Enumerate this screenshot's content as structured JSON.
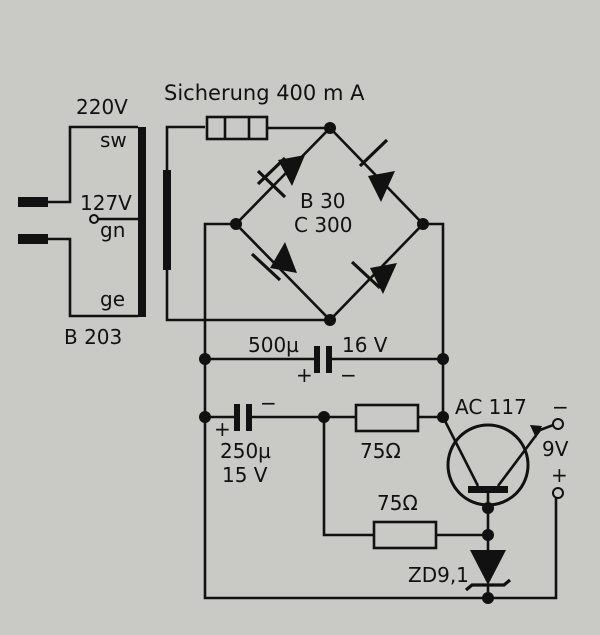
{
  "labels": {
    "fuse": "Sicherung 400 m A",
    "transformer_top_voltage": "220V",
    "tap_sw": "sw",
    "tap_127v": "127V",
    "tap_gn": "gn",
    "tap_ge": "ge",
    "transformer_type": "B 203",
    "rectifier_line1": "B 30",
    "rectifier_line2": "C 300",
    "cap1_value": "500µ",
    "cap1_voltage": "16 V",
    "cap1_plus": "+",
    "cap1_minus": "−",
    "cap2_plus": "+",
    "cap2_minus": "−",
    "cap2_value": "250µ",
    "cap2_voltage": "15 V",
    "resistor1": "75Ω",
    "resistor2": "75Ω",
    "transistor": "AC 117",
    "output_minus": "−",
    "output_voltage": "9V",
    "output_plus": "+",
    "zener": "ZD9,1"
  }
}
